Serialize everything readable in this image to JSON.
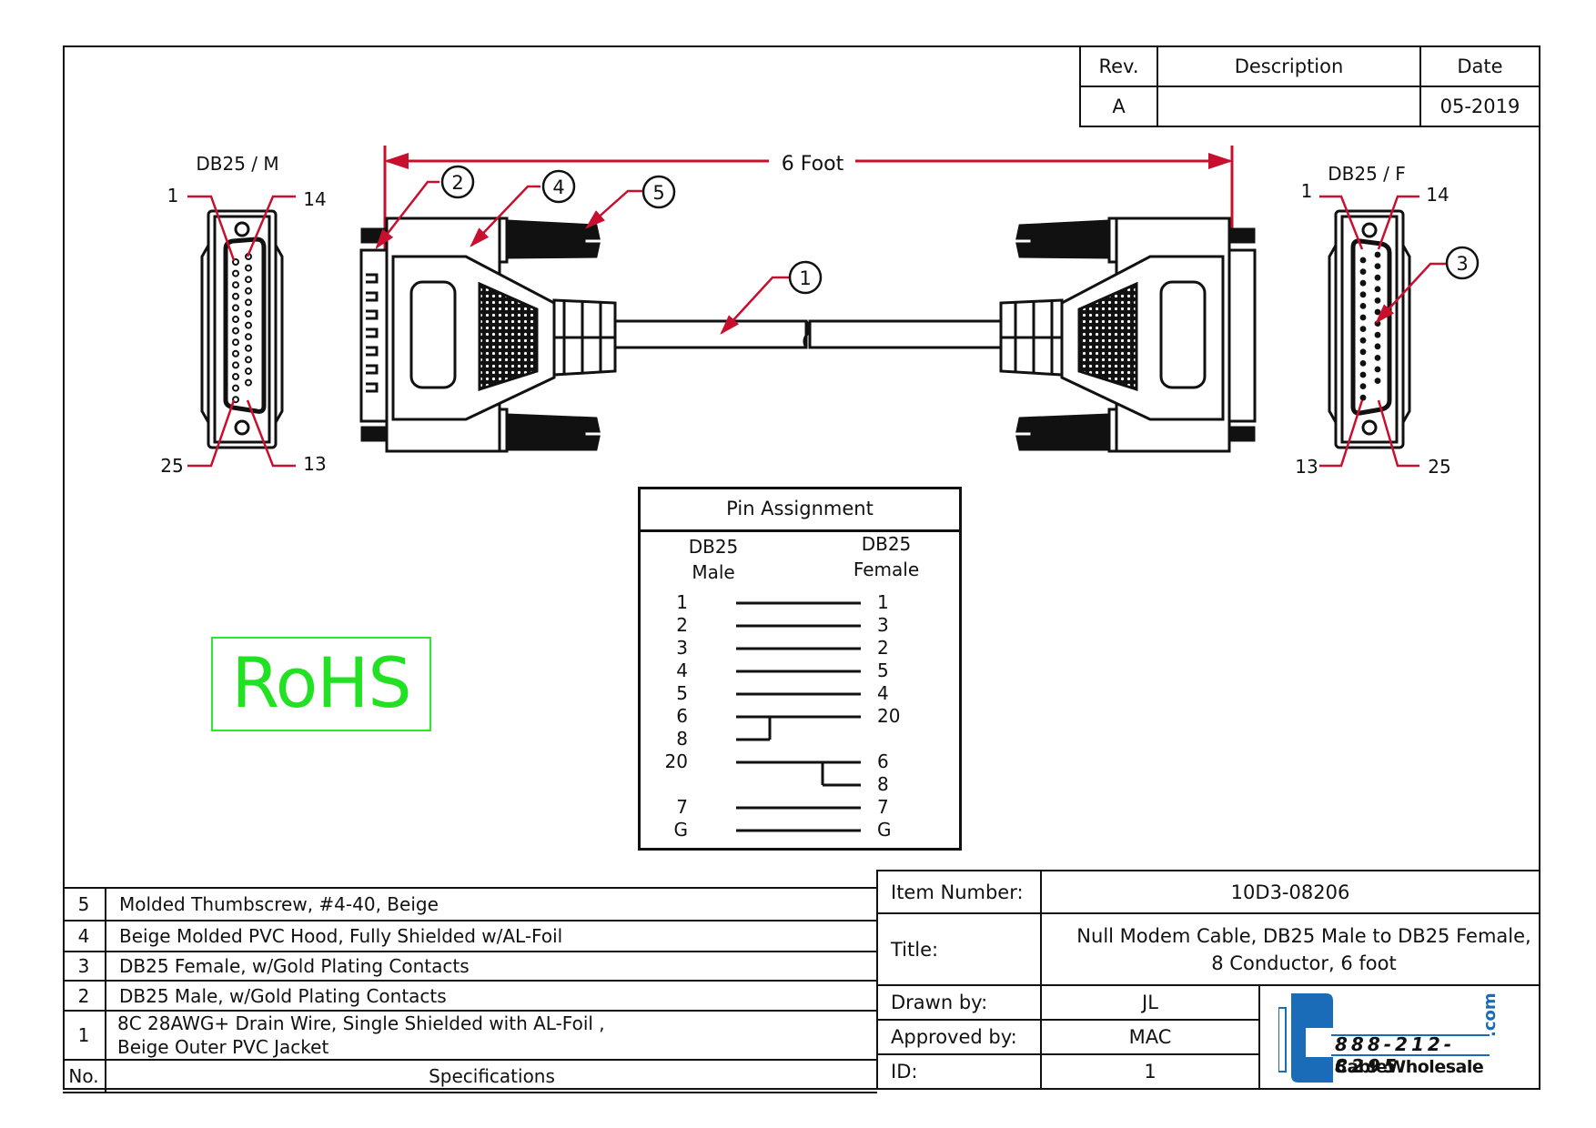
{
  "revision_table": {
    "headers": [
      "Rev.",
      "Description",
      "Date"
    ],
    "rows": [
      {
        "rev": "A",
        "description": "",
        "date": "05-2019"
      }
    ]
  },
  "drawing": {
    "length_label": "6 Foot",
    "left_connector": {
      "label": "DB25 / M",
      "pin_labels": {
        "top_left": "1",
        "top_right": "14",
        "bottom_left": "25",
        "bottom_right": "13"
      }
    },
    "right_connector": {
      "label": "DB25 / F",
      "pin_labels": {
        "top_left": "1",
        "top_right": "14",
        "bottom_left": "13",
        "bottom_right": "25"
      }
    },
    "callouts": [
      "1",
      "2",
      "3",
      "4",
      "5"
    ],
    "accent_color": "#c8102e"
  },
  "rohs": {
    "label": "RoHS",
    "color": "#22e022"
  },
  "pin_assignment": {
    "title": "Pin Assignment",
    "left_header": [
      "DB25",
      "Male"
    ],
    "right_header": [
      "DB25",
      "Female"
    ],
    "left_pins": [
      "1",
      "2",
      "3",
      "4",
      "5",
      "6",
      "8",
      "20",
      "7",
      "G"
    ],
    "right_pins": [
      "1",
      "3",
      "2",
      "5",
      "4",
      "20",
      "6",
      "8",
      "7",
      "G"
    ],
    "connections": [
      {
        "male": "1",
        "female": "1"
      },
      {
        "male": "2",
        "female": "3"
      },
      {
        "male": "3",
        "female": "2"
      },
      {
        "male": "4",
        "female": "5"
      },
      {
        "male": "5",
        "female": "4"
      },
      {
        "male": "6+8",
        "female": "20"
      },
      {
        "male": "20",
        "female": "6+8"
      },
      {
        "male": "7",
        "female": "7"
      },
      {
        "male": "G",
        "female": "G"
      }
    ]
  },
  "specifications": {
    "header_no": "No.",
    "header_spec": "Specifications",
    "rows": [
      {
        "no": "5",
        "text": "Molded Thumbscrew, #4-40,  Beige"
      },
      {
        "no": "4",
        "text": "Beige Molded PVC Hood, Fully Shielded w/AL-Foil"
      },
      {
        "no": "3",
        "text": "DB25 Female, w/Gold Plating Contacts"
      },
      {
        "no": "2",
        "text": "DB25 Male, w/Gold Plating Contacts"
      },
      {
        "no": "1",
        "text": "8C 28AWG+ Drain Wire, Single Shielded with AL-Foil ,",
        "text2": "Beige Outer PVC Jacket"
      }
    ]
  },
  "title_block": {
    "item_number_label": "Item Number:",
    "item_number": "10D3-08206",
    "title_label": "Title:",
    "title_line1": "Null Modem Cable, DB25 Male to DB25 Female,",
    "title_line2": "8 Conductor, 6 foot",
    "drawn_by_label": "Drawn by:",
    "drawn_by": "JL",
    "approved_by_label": "Approved by:",
    "approved_by": "MAC",
    "id_label": "ID:",
    "id": "1"
  },
  "logo": {
    "phone": "888-212-8295",
    "name": "CableWholesale",
    "tld": ".com",
    "color": "#1a6bb8"
  }
}
